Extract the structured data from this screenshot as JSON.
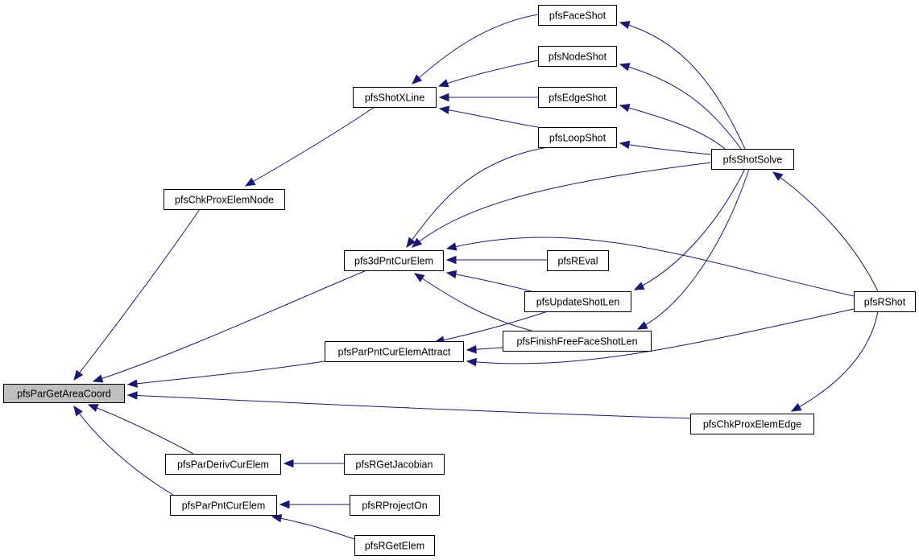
{
  "graph": {
    "root": "pfsParGetAreaCoord",
    "nodes": [
      {
        "id": "pfsParGetAreaCoord",
        "label": "pfsParGetAreaCoord",
        "highlight": true
      },
      {
        "id": "pfsChkProxElemNode",
        "label": "pfsChkProxElemNode"
      },
      {
        "id": "pfs3dPntCurElem",
        "label": "pfs3dPntCurElem"
      },
      {
        "id": "pfsParPntCurElemAttract",
        "label": "pfsParPntCurElemAttract"
      },
      {
        "id": "pfsParDerivCurElem",
        "label": "pfsParDerivCurElem"
      },
      {
        "id": "pfsParPntCurElem",
        "label": "pfsParPntCurElem"
      },
      {
        "id": "pfsShotXLine",
        "label": "pfsShotXLine"
      },
      {
        "id": "pfsFaceShot",
        "label": "pfsFaceShot"
      },
      {
        "id": "pfsNodeShot",
        "label": "pfsNodeShot"
      },
      {
        "id": "pfsEdgeShot",
        "label": "pfsEdgeShot"
      },
      {
        "id": "pfsLoopShot",
        "label": "pfsLoopShot"
      },
      {
        "id": "pfsShotSolve",
        "label": "pfsShotSolve"
      },
      {
        "id": "pfsREval",
        "label": "pfsREval"
      },
      {
        "id": "pfsUpdateShotLen",
        "label": "pfsUpdateShotLen"
      },
      {
        "id": "pfsFinishFreeFaceShotLen",
        "label": "pfsFinishFreeFaceShotLen"
      },
      {
        "id": "pfsRShot",
        "label": "pfsRShot"
      },
      {
        "id": "pfsChkProxElemEdge",
        "label": "pfsChkProxElemEdge"
      },
      {
        "id": "pfsRGetJacobian",
        "label": "pfsRGetJacobian"
      },
      {
        "id": "pfsRProjectOn",
        "label": "pfsRProjectOn"
      },
      {
        "id": "pfsRGetElem",
        "label": "pfsRGetElem"
      }
    ],
    "edges": [
      {
        "from": "pfsChkProxElemNode",
        "to": "pfsParGetAreaCoord"
      },
      {
        "from": "pfs3dPntCurElem",
        "to": "pfsParGetAreaCoord"
      },
      {
        "from": "pfsParPntCurElemAttract",
        "to": "pfsParGetAreaCoord"
      },
      {
        "from": "pfsChkProxElemEdge",
        "to": "pfsParGetAreaCoord"
      },
      {
        "from": "pfsParDerivCurElem",
        "to": "pfsParGetAreaCoord"
      },
      {
        "from": "pfsParPntCurElem",
        "to": "pfsParGetAreaCoord"
      },
      {
        "from": "pfsShotXLine",
        "to": "pfsChkProxElemNode"
      },
      {
        "from": "pfsFaceShot",
        "to": "pfsShotXLine"
      },
      {
        "from": "pfsNodeShot",
        "to": "pfsShotXLine"
      },
      {
        "from": "pfsEdgeShot",
        "to": "pfsShotXLine"
      },
      {
        "from": "pfsLoopShot",
        "to": "pfsShotXLine"
      },
      {
        "from": "pfsShotSolve",
        "to": "pfsFaceShot"
      },
      {
        "from": "pfsShotSolve",
        "to": "pfsNodeShot"
      },
      {
        "from": "pfsShotSolve",
        "to": "pfsEdgeShot"
      },
      {
        "from": "pfsShotSolve",
        "to": "pfsLoopShot"
      },
      {
        "from": "pfsShotSolve",
        "to": "pfsUpdateShotLen"
      },
      {
        "from": "pfsShotSolve",
        "to": "pfsFinishFreeFaceShotLen"
      },
      {
        "from": "pfsRShot",
        "to": "pfsShotSolve"
      },
      {
        "from": "pfsLoopShot",
        "to": "pfs3dPntCurElem"
      },
      {
        "from": "pfsShotSolve",
        "to": "pfs3dPntCurElem"
      },
      {
        "from": "pfsRShot",
        "to": "pfs3dPntCurElem"
      },
      {
        "from": "pfsREval",
        "to": "pfs3dPntCurElem"
      },
      {
        "from": "pfsUpdateShotLen",
        "to": "pfs3dPntCurElem"
      },
      {
        "from": "pfsFinishFreeFaceShotLen",
        "to": "pfs3dPntCurElem"
      },
      {
        "from": "pfsUpdateShotLen",
        "to": "pfsParPntCurElemAttract"
      },
      {
        "from": "pfsFinishFreeFaceShotLen",
        "to": "pfsParPntCurElemAttract"
      },
      {
        "from": "pfsRShot",
        "to": "pfsParPntCurElemAttract"
      },
      {
        "from": "pfsRShot",
        "to": "pfsChkProxElemEdge"
      },
      {
        "from": "pfsRGetJacobian",
        "to": "pfsParDerivCurElem"
      },
      {
        "from": "pfsRProjectOn",
        "to": "pfsParPntCurElem"
      },
      {
        "from": "pfsRGetElem",
        "to": "pfsParPntCurElem"
      }
    ]
  }
}
